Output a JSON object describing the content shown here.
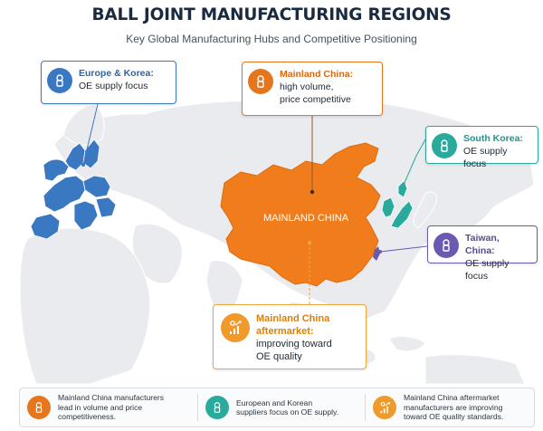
{
  "header": {
    "title": "BALL JOINT MANUFACTURING REGIONS",
    "subtitle": "Key Global Manufacturing Hubs and Competitive Positioning"
  },
  "map": {
    "china_label": "MAINLAND CHINA"
  },
  "callouts": {
    "europe": {
      "title": "Europe & Korea:",
      "body": "OE supply focus",
      "color": "#3a78c2",
      "icon": "balljoint-icon"
    },
    "china": {
      "title": "Mainland China:",
      "body_line1": "high volume,",
      "body_line2": "price competitive",
      "color": "#e6761e",
      "icon": "balljoint-icon"
    },
    "south_korea": {
      "title": "South Korea:",
      "body": "OE supply focus",
      "color": "#2aa99d",
      "icon": "balljoint-icon"
    },
    "taiwan": {
      "title": "Taiwan, China:",
      "body": "OE supply focus",
      "color": "#6c5ab0",
      "icon": "balljoint-icon"
    },
    "aftermarket": {
      "title_line1": "Mainland China",
      "title_line2": "aftermarket:",
      "body_line1": "improving toward",
      "body_line2": "OE quality",
      "color": "#f09a2b",
      "icon": "growth-chart-icon"
    }
  },
  "footer": {
    "items": [
      {
        "line1": "Mainland China manufacturers",
        "line2": "lead in volume and price",
        "line3": "competitiveness.",
        "color": "#e6761e",
        "icon": "balljoint-icon"
      },
      {
        "line1": "European and Korean",
        "line2": "suppliers focus on OE supply.",
        "color": "#2aa99d",
        "icon": "balljoint-icon"
      },
      {
        "line1": "Mainland China aftermarket",
        "line2": "manufacturers are improving",
        "line3": "toward OE quality standards.",
        "color": "#f09a2b",
        "icon": "growth-chart-icon"
      }
    ]
  }
}
